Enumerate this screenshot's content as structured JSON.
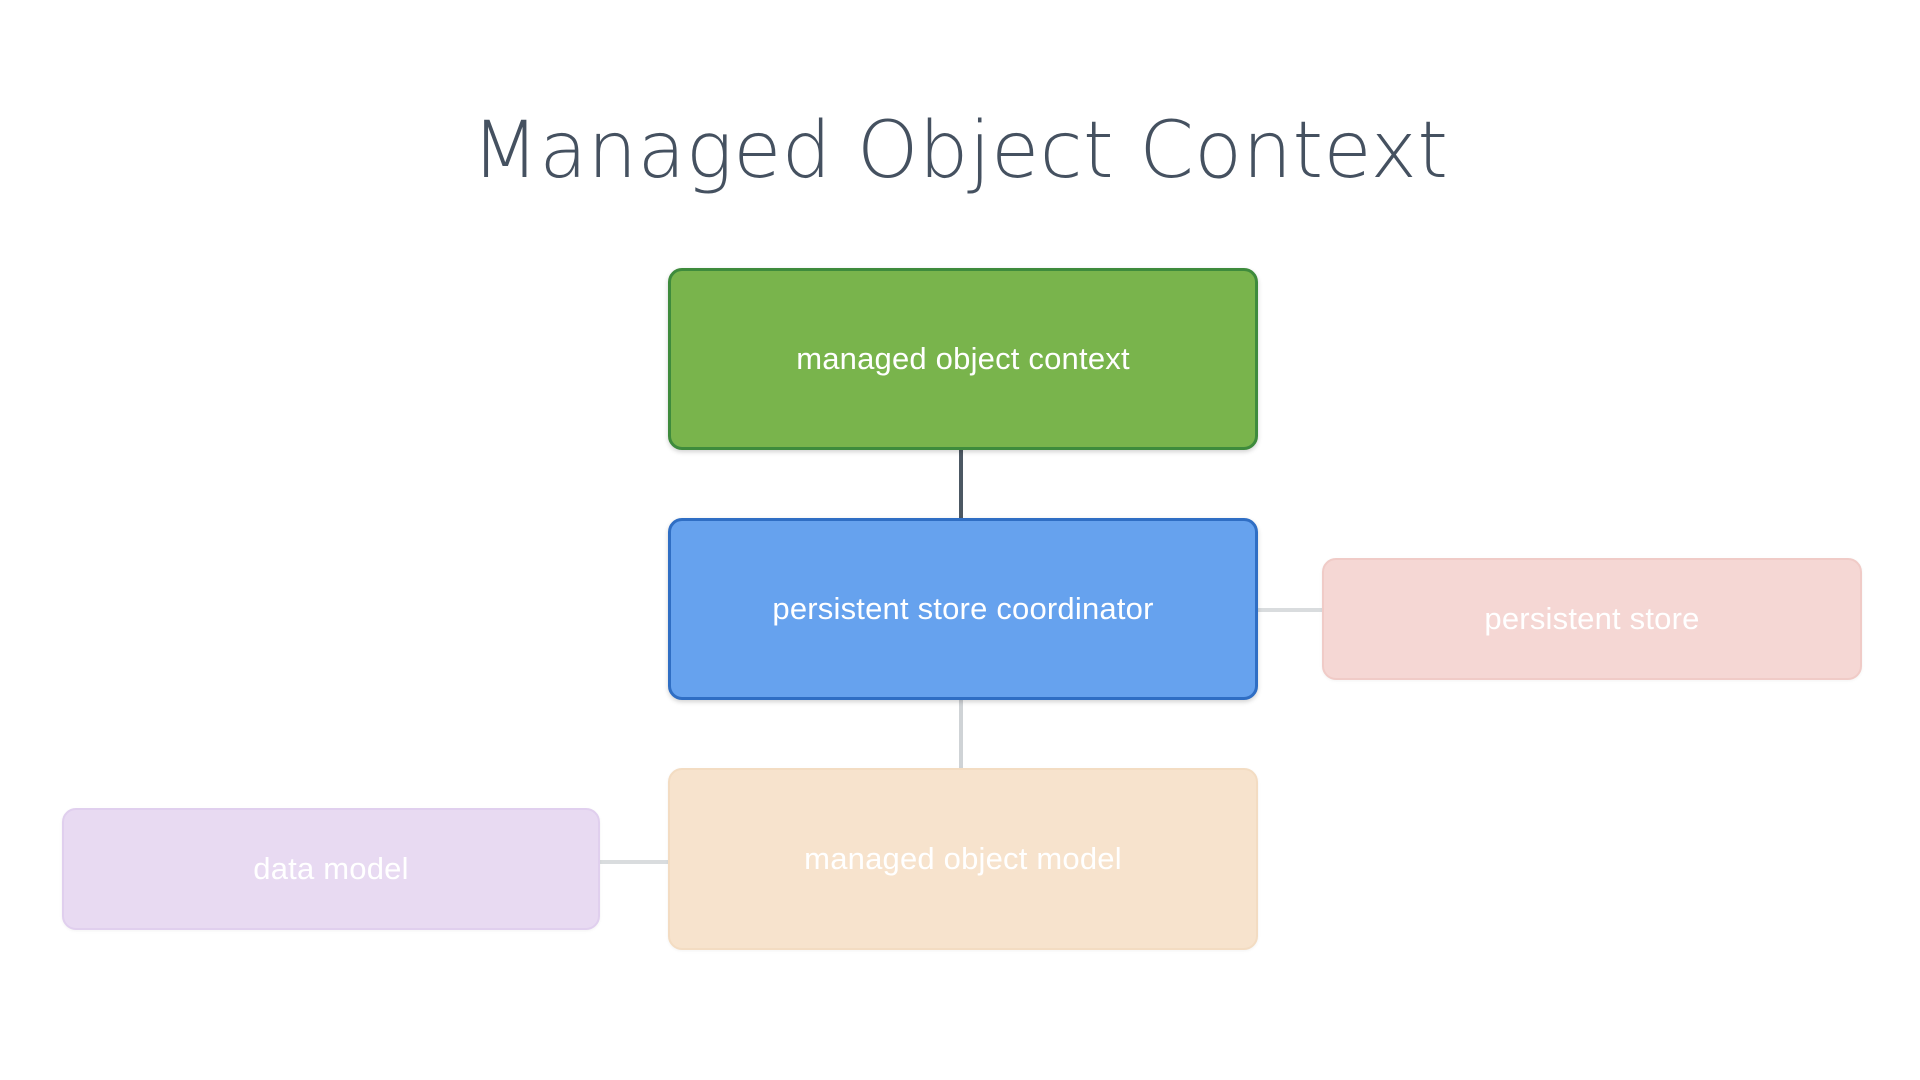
{
  "slide": {
    "title": "Managed Object Context",
    "background_color": "#ffffff",
    "title_color": "#455160"
  },
  "diagram": {
    "type": "block-hierarchy",
    "nodes": [
      {
        "id": "managed-object-context",
        "label": "managed object context",
        "state": "active",
        "fill_color": "#79b44c",
        "border_color": "#3e8b3c",
        "text_color": "#ffffff"
      },
      {
        "id": "persistent-store-coordinator",
        "label": "persistent store coordinator",
        "state": "active",
        "fill_color": "#66a2ee",
        "border_color": "#2f6ec4",
        "text_color": "#ffffff"
      },
      {
        "id": "persistent-store",
        "label": "persistent store",
        "state": "faded",
        "fill_color": "#f5d7d4",
        "border_color": "#f0cbc7",
        "text_color": "#ffffff"
      },
      {
        "id": "managed-object-model",
        "label": "managed object model",
        "state": "faded",
        "fill_color": "#f7e3cd",
        "border_color": "#f3dcc2",
        "text_color": "#ffffff"
      },
      {
        "id": "data-model",
        "label": "data model",
        "state": "faded",
        "fill_color": "#e8daf2",
        "border_color": "#e0cfee",
        "text_color": "#ffffff"
      }
    ],
    "connectors": [
      {
        "id": "context-to-coordinator",
        "from": "managed-object-context",
        "to": "persistent-store-coordinator",
        "orientation": "vertical",
        "color": "#4c5863",
        "emphasis": "strong"
      },
      {
        "id": "coordinator-to-model",
        "from": "persistent-store-coordinator",
        "to": "managed-object-model",
        "orientation": "vertical",
        "color": "#cfd3d6",
        "emphasis": "faded"
      },
      {
        "id": "coordinator-to-store",
        "from": "persistent-store-coordinator",
        "to": "persistent-store",
        "orientation": "horizontal",
        "color": "#d9dcde",
        "emphasis": "faded"
      },
      {
        "id": "datamodel-to-model",
        "from": "data-model",
        "to": "managed-object-model",
        "orientation": "horizontal",
        "color": "#d9dcde",
        "emphasis": "faded"
      }
    ]
  }
}
